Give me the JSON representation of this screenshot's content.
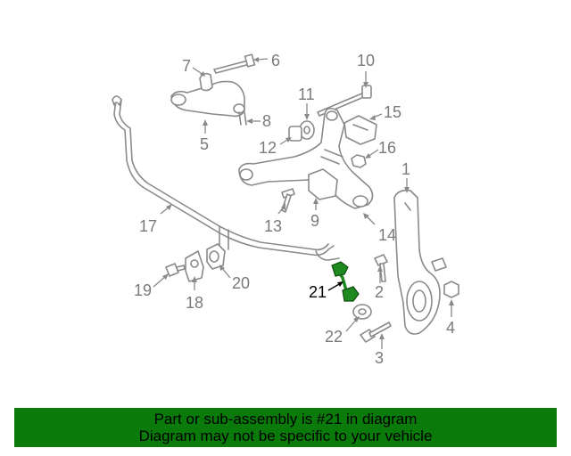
{
  "diagram": {
    "highlight_color": "#1f8a1f",
    "callouts": [
      "1",
      "2",
      "3",
      "4",
      "5",
      "6",
      "7",
      "8",
      "9",
      "10",
      "11",
      "12",
      "13",
      "14",
      "15",
      "16",
      "17",
      "18",
      "19",
      "20",
      "21",
      "22"
    ]
  },
  "banner": {
    "line1": "Part or sub-assembly is #21 in diagram",
    "line2": "Diagram may not be specific to your vehicle",
    "background": "#0a7a0a"
  }
}
